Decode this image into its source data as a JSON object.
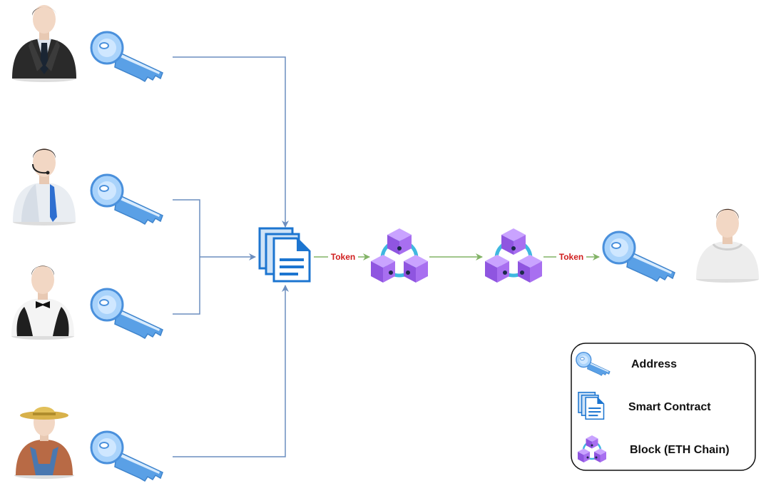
{
  "colors": {
    "connector": "#6c8ebf",
    "flow": "#82b366",
    "token_text": "#d01e1e",
    "key": "#5aa0e6",
    "key_light": "#a9d3fb",
    "contract": "#1c75d0",
    "block": "#9b5de5",
    "block_ring": "#3fb8e0"
  },
  "icons": {
    "participants": [
      "businessman-avatar",
      "call-agent-avatar",
      "waiter-avatar",
      "farmer-avatar"
    ],
    "recipient": "user-avatar",
    "address": "key-icon",
    "contract": "document-stack-icon",
    "block": "cube-cluster-icon"
  },
  "flow": {
    "token_label_1": "Token",
    "token_label_2": "Token"
  },
  "legend": {
    "address": "Address",
    "contract": "Smart Contract",
    "block": "Block (ETH Chain)"
  }
}
